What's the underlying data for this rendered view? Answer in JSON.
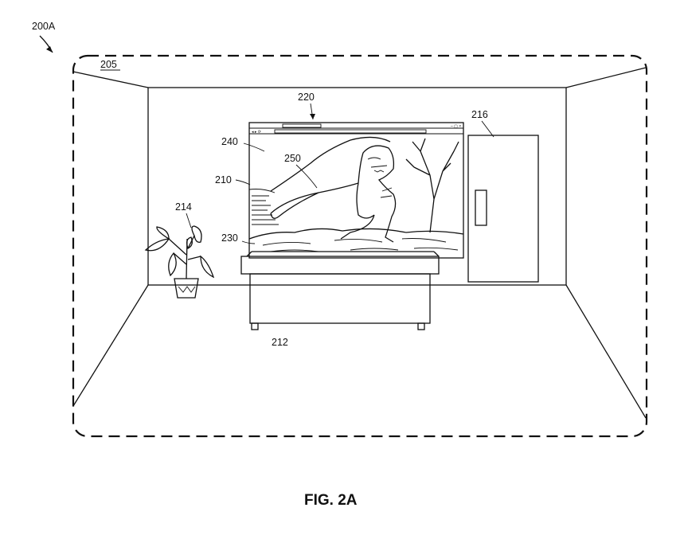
{
  "figure": {
    "title": "FIG. 2A",
    "scene_ref": "200A",
    "room_ref": "205"
  },
  "labels": {
    "window": "220",
    "display_content": "240",
    "dinosaur": "250",
    "virtual_display": "210",
    "ground": "230",
    "plant": "214",
    "door": "216",
    "table": "212"
  }
}
